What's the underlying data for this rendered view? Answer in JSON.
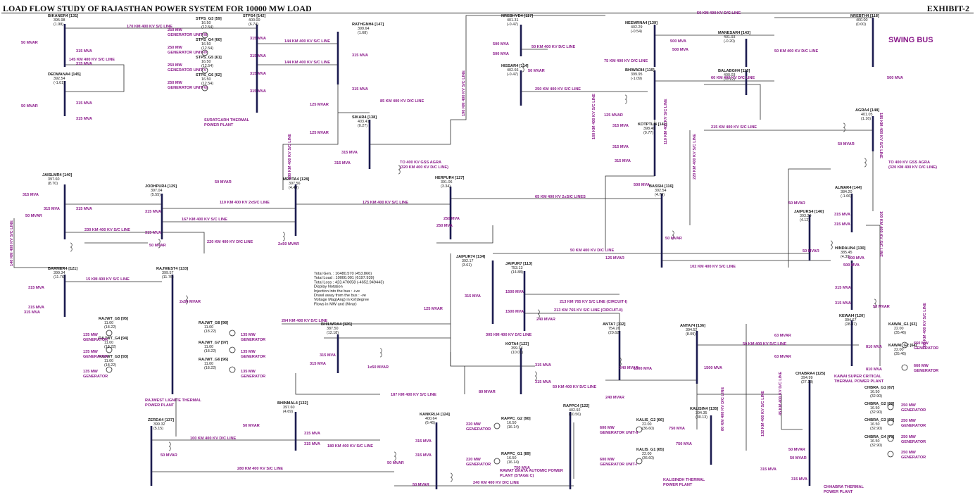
{
  "header": {
    "title": "LOAD FLOW STUDY OF RAJASTHAN POWER SYSTEM FOR 10000 MW LOAD",
    "exhibit": "EXHIBIT-2"
  },
  "buses": [
    {
      "name": "BIKANER4 [131]",
      "v": "395.98",
      "ang": "(1.98)"
    },
    {
      "name": "DEDWANA4 [145]",
      "v": "392.54",
      "ang": "(-1.01)"
    },
    {
      "name": "STPS4 [142]",
      "v": "400.00",
      "ang": "(6.74)"
    },
    {
      "name": "STPS_G3 [59]",
      "v": "16.50",
      "ang": "(12.54)"
    },
    {
      "name": "STPS_G4 [60]",
      "v": "16.50",
      "ang": "(12.54)"
    },
    {
      "name": "STPS_G5 [61]",
      "v": "16.50",
      "ang": "(12.54)"
    },
    {
      "name": "STPS_G6 [62]",
      "v": "16.50",
      "ang": "(12.54)"
    },
    {
      "name": "RATHGNH4 [147]",
      "v": "399.64",
      "ang": "(1.68)"
    },
    {
      "name": "SIKAR4 [138]",
      "v": "403.41",
      "ang": "(0.27)"
    },
    {
      "name": "NREBHYD4 [117]",
      "v": "401.31",
      "ang": "(-0.47)"
    },
    {
      "name": "HISSAR4 [114]",
      "v": "402.66",
      "ang": "(-0.47)"
    },
    {
      "name": "NEEMRNA4 [139]",
      "v": "402.29",
      "ang": "(-0.54)"
    },
    {
      "name": "BHIWADI4 [119]",
      "v": "399.95",
      "ang": "(-1.09)"
    },
    {
      "name": "MANESAR4 [143]",
      "v": "401.93",
      "ang": "(-0.20)"
    },
    {
      "name": "BALABGH4 [115]",
      "v": "400.03",
      "ang": "(-0.12)"
    },
    {
      "name": "NREBTH4 [118]",
      "v": "400.00",
      "ang": "(0.00)"
    },
    {
      "name": "KOTPTLI4 [141]",
      "v": "398.40",
      "ang": "(0.77)"
    },
    {
      "name": "AGRA4 [148]",
      "v": "401.05",
      "ang": "(1.16)"
    },
    {
      "name": "JAISLMR4 [140]",
      "v": "397.60",
      "ang": "(8.70)"
    },
    {
      "name": "JODHPUR4 [129]",
      "v": "397.04",
      "ang": "(5.55)"
    },
    {
      "name": "MERTA4 [128]",
      "v": "397.56",
      "ang": "(4.40)"
    },
    {
      "name": "HERPUR4 [127]",
      "v": "391.06",
      "ang": "(3.34)"
    },
    {
      "name": "BASSI4 [116]",
      "v": "392.54",
      "ang": "(4.78)"
    },
    {
      "name": "ALWAR4 [144]",
      "v": "384.20",
      "ang": "(-1.66)"
    },
    {
      "name": "JAIPURS4 [146]",
      "v": "393.29",
      "ang": "(4.12)"
    },
    {
      "name": "HINDAUN4 [130]",
      "v": "385.45",
      "ang": "(4.39)"
    },
    {
      "name": "BARMER4 [121]",
      "v": "399.34",
      "ang": "(11.76)"
    },
    {
      "name": "RAJWEST4 [133]",
      "v": "399.57",
      "ang": "(11.76)"
    },
    {
      "name": "JAIPUR74 [134]",
      "v": "392.17",
      "ang": "(3.61)"
    },
    {
      "name": "JAIPUR7 [113]",
      "v": "753.13",
      "ang": "(14.88)"
    },
    {
      "name": "RAJWT_G5 [95]",
      "v": "11.00",
      "ang": "(18.22)"
    },
    {
      "name": "RAJWT_G8 [98]",
      "v": "11.00",
      "ang": "(18.22)"
    },
    {
      "name": "RAJWT_G4 [94]",
      "v": "11.00",
      "ang": "(18.22)"
    },
    {
      "name": "RAJWT_G7 [97]",
      "v": "11.00",
      "ang": "(18.22)"
    },
    {
      "name": "RAJWT_G3 [93]",
      "v": "11.00",
      "ang": "(18.22)"
    },
    {
      "name": "RAJWT_G6 [96]",
      "v": "11.00",
      "ang": "(18.22)"
    },
    {
      "name": "BHILWRA4 [126]",
      "v": "387.50",
      "ang": "(12.18)"
    },
    {
      "name": "KOTA4 [123]",
      "v": "399.34",
      "ang": "(10.01)"
    },
    {
      "name": "ANTA7 [112]",
      "v": "754.26",
      "ang": "(20.62)"
    },
    {
      "name": "ANTA74 [136]",
      "v": "394.52",
      "ang": "(8.09)"
    },
    {
      "name": "KEWAI4 [120]",
      "v": "394.67",
      "ang": "(28.87)"
    },
    {
      "name": "KAWAI_G1 [63]",
      "v": "22.00",
      "ang": "(35.46)"
    },
    {
      "name": "KAWAI_G2 [64]",
      "v": "22.00",
      "ang": "(35.46)"
    },
    {
      "name": "CHABRA4 [125]",
      "v": "394.99",
      "ang": "(27.18)"
    },
    {
      "name": "CHBRA_G1 [67]",
      "v": "16.50",
      "ang": "(32.90)"
    },
    {
      "name": "CHBRA_G2 [68]",
      "v": "16.50",
      "ang": "(32.90)"
    },
    {
      "name": "CHBRA_G3 [69]",
      "v": "16.50",
      "ang": "(32.90)"
    },
    {
      "name": "CHBRA_G4 [70]",
      "v": "16.50",
      "ang": "(32.90)"
    },
    {
      "name": "BHINMAL4 [132]",
      "v": "397.60",
      "ang": "(4.69)"
    },
    {
      "name": "ZERDA4 [137]",
      "v": "399.32",
      "ang": "(5.15)"
    },
    {
      "name": "KANKRLI4 [124]",
      "v": "400.64",
      "ang": "(6.46)"
    },
    {
      "name": "RAPPC_G2 [90]",
      "v": "16.50",
      "ang": "(16.14)"
    },
    {
      "name": "RAPPC_G1 [89]",
      "v": "16.50",
      "ang": "(16.14)"
    },
    {
      "name": "RAPPC4 [122]",
      "v": "402.92",
      "ang": "(10.56)"
    },
    {
      "name": "KALIS_G2 [66]",
      "v": "22.00",
      "ang": "(36.60)"
    },
    {
      "name": "KALIS_G1 [65]",
      "v": "22.00",
      "ang": "(36.60)"
    },
    {
      "name": "KALISIN4 [135]",
      "v": "394.35",
      "ang": "(30.13)"
    }
  ],
  "line_labels": [
    "170 KM 400 KV S/C LINE",
    "145 KM 400 KV S/C LINE",
    "144 KM 400 KV S/C LINE",
    "144 KM 400 KV S/C LINE",
    "85 KM 400 KV D/C LINE",
    "50 KM 400 KV D/C LINE",
    "50 KM 400 KV D/C LINE",
    "50 KM 400 KV D/C LINE",
    "75 KM 400 KV D/C LINE",
    "60 KM 400 KV D/C LINE",
    "250 KM 400 KV S/C LINE",
    "215 KM 400 KV S/C LINE",
    "110 KM 400 KV 2xS/C LINE",
    "167 KM 400 KV S/C LINE",
    "175 KM 400 KV S/C LINE",
    "65 KM 400 KV 2xS/C LINES",
    "230 KM 400 KV S/C LINE",
    "220 KM 400 KV D/C LINE",
    "15 KM 400 KV S/C LINE",
    "50 KM 400 KV D/C LINE",
    "102 KM 400 KV S/C LINE",
    "213 KM 765 KV S/C LINE (CIRCUIT-I)",
    "213 KM 765 KV S/C LINE (CIRCUIT-II)",
    "264 KM 400 KV D/C LINE",
    "305 KM 400 KV D/C LINE",
    "50 KM 400 KV D/C LINE",
    "187 KM 400 KV S/C LINE",
    "50 KM 400 KV D/C LINE",
    "100 KM 400 KV D/C LINE",
    "180 KM 400 KV S/C LINE",
    "280 KM 400 KV S/C LINE",
    "240 KM 400 KV D/C LINE"
  ],
  "vertical_line_labels": [
    "190 KM 400 KV S/C LINE",
    "180 KM 400 KV S/C LINE",
    "160 KM 400 KV S/C LINE",
    "110 KM 400 KV S/C LINE",
    "220 KM 400 KV S/C LINE",
    "140 KM 400 KV S/C LINE",
    "185 KM 400 KV S/C LINE",
    "100 KM 400 KV S/C LINE",
    "300 KM 400 KV S/C LINE",
    "45 KM 400 KV D/C LINE",
    "80 KM 400 KV D/C LINE",
    "132 KM 400 KV S/C LINE"
  ],
  "plant_labels": [
    "SURATGARH THERMAL POWER PLANT",
    "RAJWEST LIGNITE THERMAL POWER PLANT",
    "KAWAI SUPER CRITICAL THERMAL POWER PLANT",
    "CHHABRA THERMAL POWER PLANT",
    "RAWAT BHATA AUTOMIC POWER PLANT (STAGE C)",
    "KALISINDH THERMAL POWER PLANT"
  ],
  "generator_labels": [
    "250 MW GENERATOR UNIT-III",
    "250 MW GENERATOR UNIT-IV",
    "250 MW GENERATOR UNIT-V",
    "250 MW GENERATOR UNIT-VI",
    "135 MW GENERATOR",
    "135 MW GENERATOR",
    "135 MW GENERATOR",
    "135 MW GENERATOR",
    "135 MW GENERATOR",
    "135 MW GENERATOR",
    "660 MW GENERATOR",
    "660 MW GENERATOR",
    "250 MW GENERATOR",
    "250 MW GENERATOR",
    "250 MW GENERATOR",
    "250 MW GENERATOR",
    "220 MW GENERATOR",
    "220 MW GENERATOR",
    "600 MW GENERATOR UNIT-II",
    "600 MW GENERATOR UNIT-I"
  ],
  "swing_bus_label": "SWING BUS",
  "gss_labels": [
    "TO 400 KV GSS AGRA (320 KM 400 KV D/C LINE)",
    "TO 400 KV GSS AGRA (320 KM 400 KV D/C LINE)"
  ],
  "info_lines": [
    "Total Gen. : 10480.570 (453.866)",
    "Total Load : 10000.001 (6197.939)",
    "Total Loss : 423.470658 (-4652.949443)",
    "Display Notation",
    "Injection into the bus : +ve",
    "Drawl away from the bus : -ve",
    "Voltage Mag(Ang) in kV(degree",
    "Flows in MW and (Mvar)"
  ],
  "reactor_labels": [
    "50 MVAR",
    "125 MVAR",
    "240 MVAR",
    "80 MVAR",
    "63 MVAR",
    "2x50 MVAR",
    "1x50 MVAR"
  ],
  "transformer_labels": [
    "315 MVA",
    "500 MVA",
    "250 MVA",
    "1500 MVA",
    "810 MVA",
    "750 MVA"
  ],
  "colors": {
    "line": "#2a2a2a",
    "bus": "#1c1c50",
    "label": "#8a1a8a",
    "flow_green": "#1f7a1f"
  }
}
